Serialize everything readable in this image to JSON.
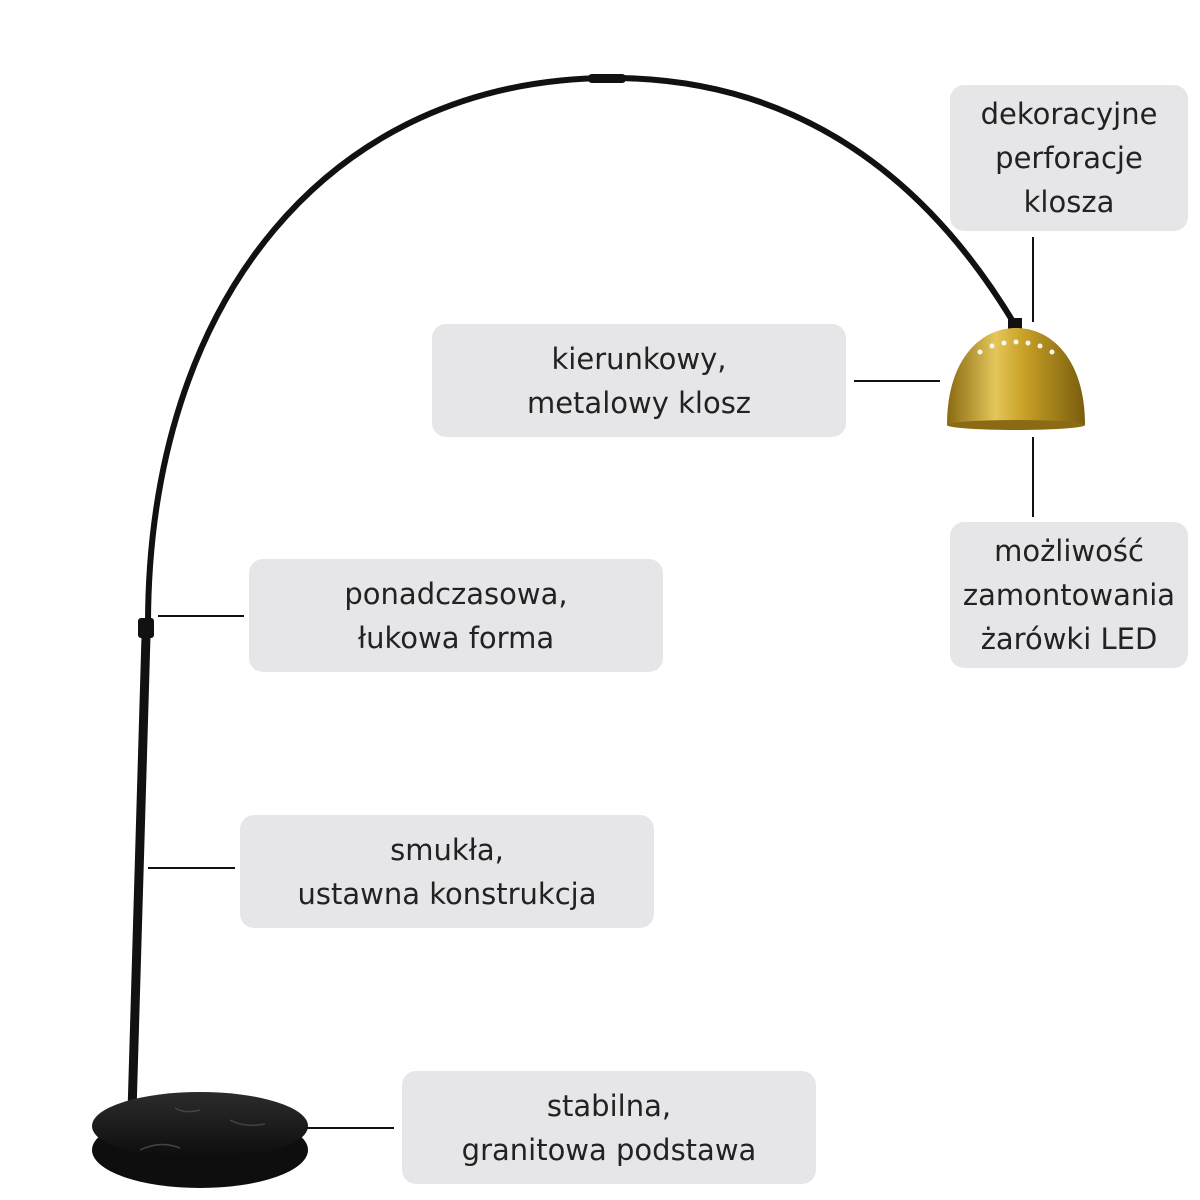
{
  "colors": {
    "label_background": "#e6e6e8",
    "label_text": "#222222",
    "lamp_frame": "#111111",
    "shade_gold": "#c9a227",
    "base_marble": "#1c1c1c"
  },
  "features": {
    "perforations": {
      "line1": "dekoracyjne",
      "line2": "perforacje",
      "line3": "klosza"
    },
    "shade": {
      "line1": "kierunkowy,",
      "line2": "metalowy klosz"
    },
    "led": {
      "line1": "możliwość",
      "line2": "zamontowania",
      "line3": "żarówki LED"
    },
    "arc": {
      "line1": "ponadczasowa,",
      "line2": "łukowa forma"
    },
    "construction": {
      "line1": "smukła,",
      "line2": "ustawna konstrukcja"
    },
    "base": {
      "line1": "stabilna,",
      "line2": "granitowa podstawa"
    }
  }
}
